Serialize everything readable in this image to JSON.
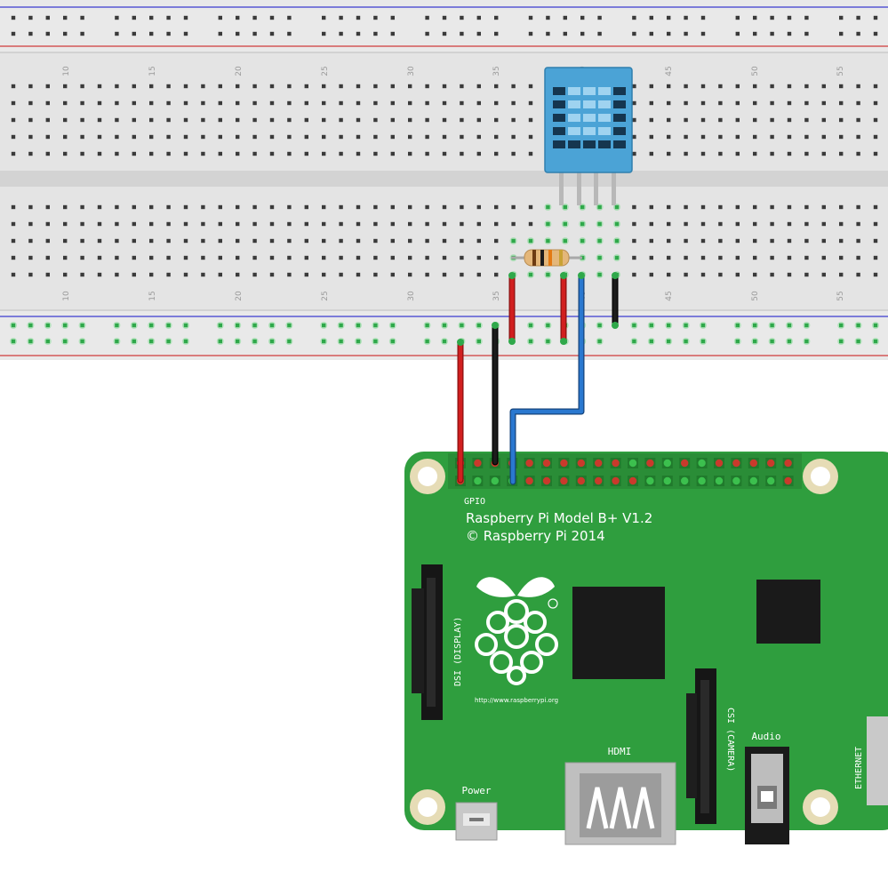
{
  "breadboard": {
    "column_numbers": [
      "10",
      "15",
      "20",
      "25",
      "30",
      "35",
      "40",
      "45",
      "50",
      "55"
    ]
  },
  "sensor": {
    "icon": "dht11-sensor-icon",
    "body_color": "#4ba3d6"
  },
  "resistor": {
    "icon": "resistor-icon"
  },
  "wires": {
    "red": "#d11f1f",
    "black": "#1c1c1c",
    "blue": "#2a78d0"
  },
  "board": {
    "title": "Raspberry Pi Model B+ V1.2",
    "copyright": "© Raspberry Pi 2014",
    "gpio_label": "GPIO",
    "dsi_label": "DSI (DISPLAY)",
    "csi_label": "CSI (CAMERA)",
    "hdmi_label": "HDMI",
    "audio_label": "Audio",
    "power_label": "Power",
    "ethernet_label": "ETHERNET",
    "url": "http://www.raspberrypi.org",
    "logo_icon": "raspberry-pi-logo-icon",
    "pcb_color": "#2f9e3e"
  }
}
